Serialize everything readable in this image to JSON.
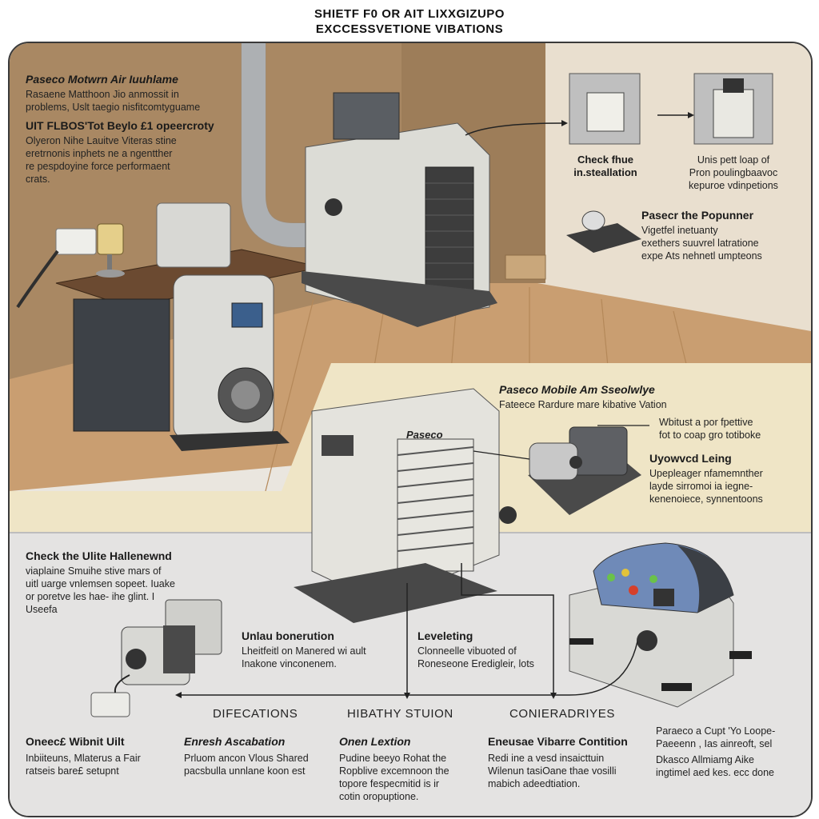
{
  "title": {
    "line1": "SHIETF F0 OR AIT LIXXGIZUPO",
    "line2": "EXCCESSVETIONE VIBATIONS"
  },
  "top_left": {
    "heading1": "Paseco Motwrn Air Iuuhlame",
    "body1": "Rasaene Matthoon Jio anmossit in\nproblems, Uslt taegio nisfitcomtyguame",
    "heading2": "UIT FLBOS'Tot Beylo £1 opeercroty",
    "body2": "Olyeron Nihe Lauitve Viteras stine\neretrnonis inphets ne a ngentther\nre pespdoyine force performaent\ncrats."
  },
  "top_right": {
    "step1_label": "Check fhue\nin.steallation",
    "step2_label": "Unis pett loap of\nPron poulingbaavoc\nkepuroe vdinpetions",
    "heading": "Pasecr the Popunner",
    "body": "Vigetfel inetuanty\nexethers suuvrel latratione\nexpe Ats nehnetl umpteons"
  },
  "middle": {
    "heading": "Paseco Mobile Am Sseolwlye",
    "sub": "Fateece Rardure mare kibative Vation",
    "unit_brand": "Paseco",
    "callout1": "Wbitust a por fpettive\nfot to coap gro totiboke",
    "heading2": "Uyowvcd Leing",
    "body2": "Upepleager nfamemnther\nlayde sirromoi ia iegne-\nkenenoiece, synnentoons"
  },
  "bottom": {
    "left_heading": "Check the Ulite Hallenewnd",
    "left_body": "viaplaine Smuihe stive mars of\nuitl uarge vnlemsen sopeet. Iuake\nor poretve les hae- ihe glint. I\nUseefa",
    "callout_a_title": "Unlau bonerution",
    "callout_a_body": "Lheitfeitl on Manered wi ault\nInakone vinconenem.",
    "callout_b_title": "Leveleting",
    "callout_b_body": "Clonneelle vibuoted of\nRoneseone Eredigleir, lots",
    "section_heads": [
      "DIFECATIONS",
      "HIBATHY STUION",
      "CONIERADRIYES"
    ],
    "col1_title": "Oneec£ Wibnit Uilt",
    "col1_body": "Inbiiteuns, Mlaterus a Fair\nratseis bare£ setupnt",
    "col2_title": "Enresh Ascabation",
    "col2_body": "Prluom ancon Vlous Shared\npacsbulla unnlane koon est",
    "col3_title": "Onen Lextion",
    "col3_body": "Pudine beeyo Rohat the\nRopblive excemnoon the\ntopore fespecmitid is ir\ncotin oropuptione.",
    "col4_title": "Eneusae Vibarre Contition",
    "col4_body": "Redi ine a vesd insaicttuin\nWilenun tasiOane thae vosilli\nmabich adeedtiation.",
    "col5_title": "Paraeco a Cupt 'Yo Loope-\nPaeeenn , Ias ainreoft, sel",
    "col5_body": "Dkasco Allmiamg Aike\ningtimel aed kes. ecc done"
  }
}
